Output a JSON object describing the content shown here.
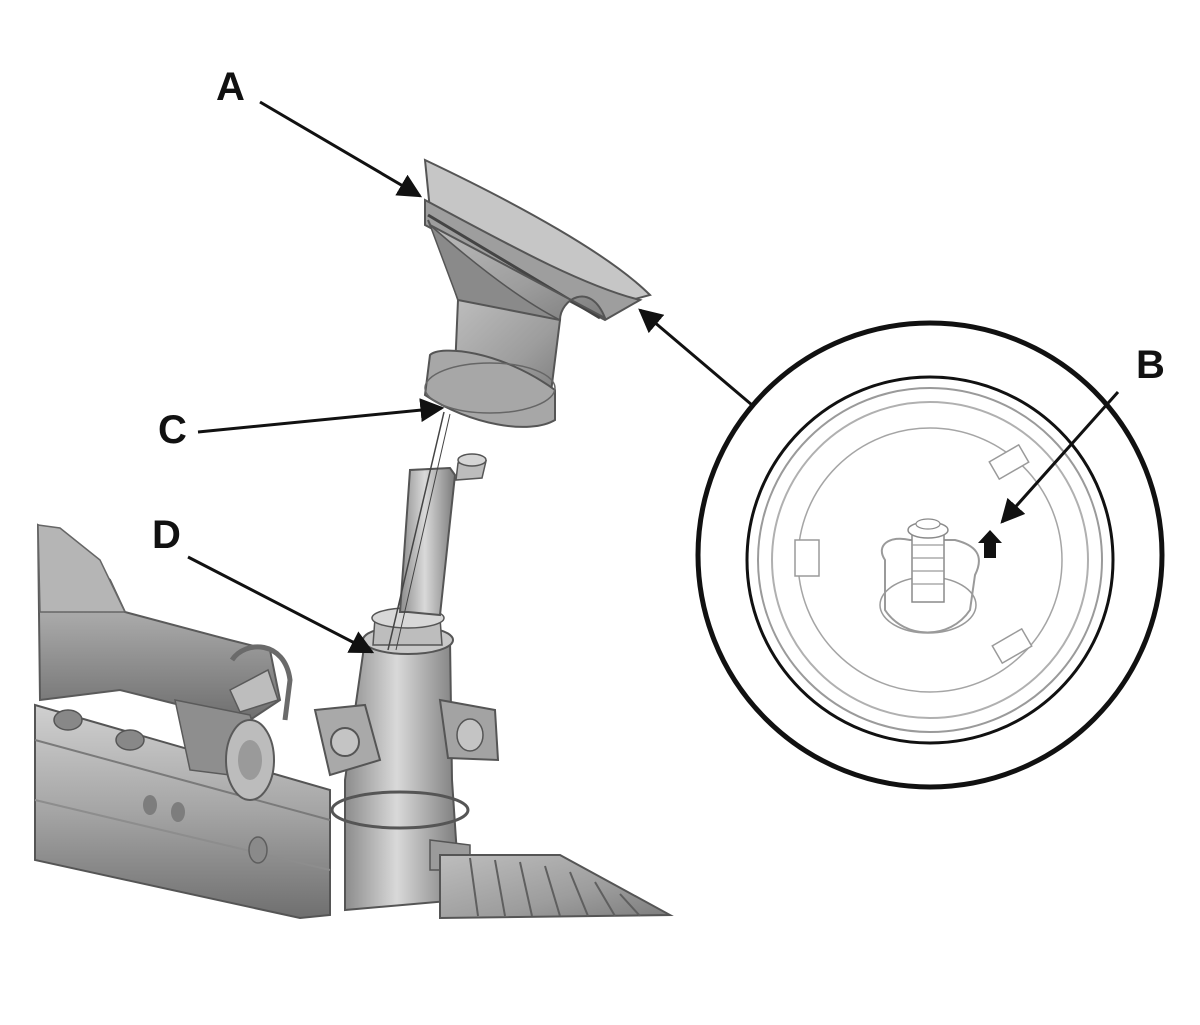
{
  "callouts": {
    "a": "A",
    "b": "B",
    "c": "C",
    "d": "D"
  },
  "colors": {
    "line": "#111111",
    "metal_light": "#d4d4d4",
    "metal_mid": "#a8a8a8",
    "metal_dark": "#6e6e6e",
    "detail_line": "#9a9a9a"
  },
  "icons": {
    "direction_mark": "up-arrow-icon"
  }
}
